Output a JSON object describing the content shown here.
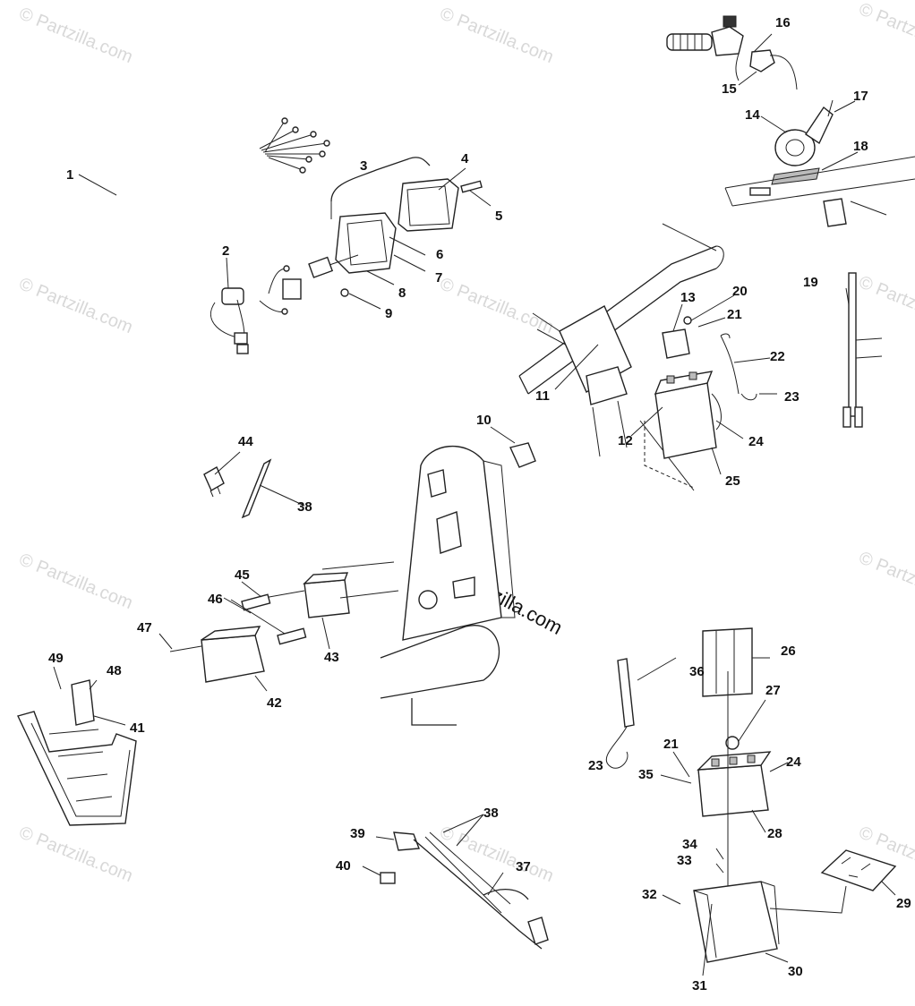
{
  "watermark": {
    "text": "© Partzilla.com",
    "center_text": "© Partzilla.com"
  },
  "callouts": [
    "1",
    "2",
    "3",
    "4",
    "5",
    "6",
    "7",
    "8",
    "9",
    "10",
    "11",
    "12",
    "13",
    "14",
    "15",
    "16",
    "17",
    "18",
    "19",
    "20",
    "21",
    "22",
    "23",
    "24",
    "25",
    "26",
    "27",
    "28",
    "29",
    "30",
    "31",
    "32",
    "33",
    "34",
    "35",
    "36",
    "37",
    "38",
    "39",
    "40",
    "41",
    "42",
    "43",
    "44",
    "45",
    "46",
    "47",
    "48",
    "49"
  ],
  "callouts_repeat": {
    "21b": "21",
    "23b": "23",
    "24b": "24",
    "38b": "38"
  }
}
